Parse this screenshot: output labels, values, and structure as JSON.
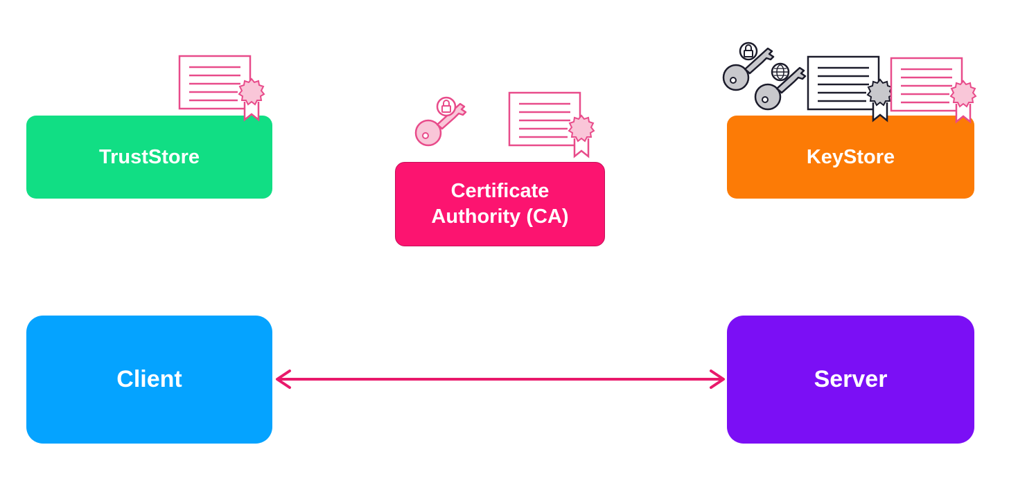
{
  "colors": {
    "truststore": "#11de84",
    "ca": "#fc1470",
    "keystore": "#fc7b06",
    "client": "#05a3ff",
    "server": "#7b0ff5",
    "arrow": "#e9196b",
    "cert_pink": "#e84b8a",
    "cert_pink_fill": "#f9c6d8",
    "cert_dark": "#1b1b2a",
    "key_gray": "#c8c8cc"
  },
  "nodes": {
    "truststore": {
      "label": "TrustStore"
    },
    "ca": {
      "label_line1": "Certificate",
      "label_line2": "Authority (CA)"
    },
    "keystore": {
      "label": "KeyStore"
    },
    "client": {
      "label": "Client"
    },
    "server": {
      "label": "Server"
    }
  },
  "connections": [
    {
      "from": "client",
      "to": "server",
      "direction": "bidirectional"
    }
  ],
  "icons": [
    "certificate-icon-truststore",
    "key-lock-icon-ca",
    "certificate-icon-ca",
    "key-lock-icon-keystore",
    "key-globe-icon-keystore",
    "certificate-dark-icon-keystore",
    "certificate-icon-keystore"
  ]
}
